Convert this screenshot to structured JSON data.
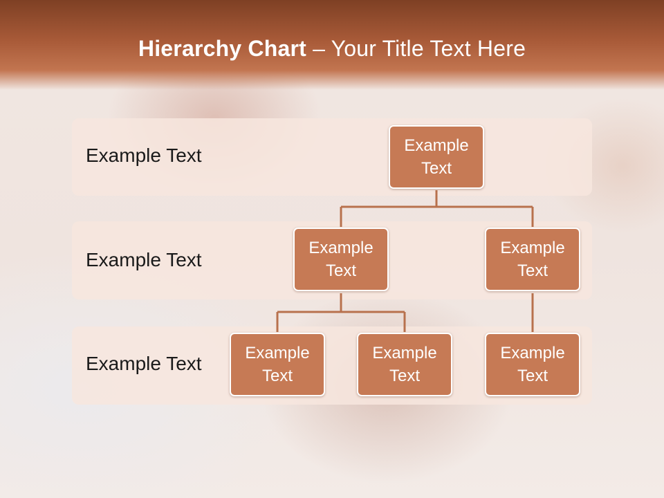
{
  "slide": {
    "title_bold": "Hierarchy Chart",
    "title_rest": " – Your Title Text Here"
  },
  "levels": [
    {
      "label": "Example Text"
    },
    {
      "label": "Example Text"
    },
    {
      "label": "Example Text"
    }
  ],
  "nodes": {
    "root": "Example Text",
    "level2_left": "Example Text",
    "level2_right": "Example Text",
    "level3_left": "Example Text",
    "level3_middle": "Example Text",
    "level3_right": "Example Text"
  },
  "colors": {
    "title_bar": "#a85a38",
    "node_fill": "#c67a55",
    "connector": "#b8714d",
    "band": "#f7e6de"
  }
}
